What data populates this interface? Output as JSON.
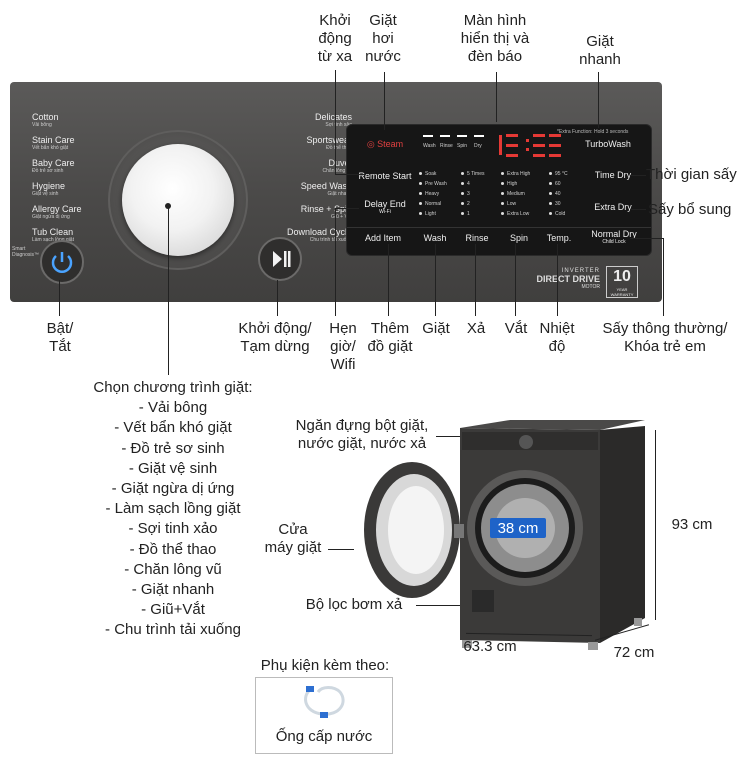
{
  "callouts_top": {
    "remote_start": "Khởi\nđộng\ntừ xa",
    "steam": "Giặt\nhơi\nnước",
    "display": "Màn hình\nhiển thị và\nđèn báo",
    "quick_wash": "Giặt\nnhanh"
  },
  "callouts_right": {
    "time_dry": "Thời gian sấy",
    "extra_dry": "Sấy bổ sung"
  },
  "callouts_bottom": {
    "power": "Bật/\nTắt",
    "start_pause": "Khởi động/\nTạm dừng",
    "delay_end": "Hẹn\ngiờ/\nWifi",
    "add_item": "Thêm\nđồ giặt",
    "wash": "Giặt",
    "rinse": "Xả",
    "spin": "Vắt",
    "temp": "Nhiệt\nđộ",
    "normal_dry": "Sấy thông thường/\nKhóa trẻ em"
  },
  "program_list": {
    "title": "Chọn chương trình giặt:",
    "items": [
      "- Vải bông",
      "- Vết bẩn khó giặt",
      "- Đồ trẻ sơ sinh",
      "- Giặt vệ sinh",
      "- Giặt ngừa dị ứng",
      "- Làm sạch lồng giặt",
      "- Sợi tinh xảo",
      "- Đồ thể thao",
      "- Chăn lông vũ",
      "- Giặt nhanh",
      "- Giũ+Vắt",
      "- Chu trình tải xuống"
    ]
  },
  "machine": {
    "detergent_callout": "Ngăn đựng bột giặt,\nnước giặt, nước xả",
    "door_callout": "Cửa\nmáy giặt",
    "filter_callout": "Bộ lọc bơm xả",
    "drum_diameter": "38 cm",
    "height": "93 cm",
    "width": "63.3 cm",
    "depth": "72 cm"
  },
  "accessories": {
    "title": "Phụ kiện kèm theo:",
    "item": "Ống cấp nước"
  },
  "panel": {
    "programs_left": [
      {
        "name": "Cotton",
        "sub": "Vải bông"
      },
      {
        "name": "Stain Care",
        "sub": "Vết bẩn khó giặt"
      },
      {
        "name": "Baby Care",
        "sub": "Đồ trẻ sơ sinh"
      },
      {
        "name": "Hygiene",
        "sub": "Giặt vệ sinh"
      },
      {
        "name": "Allergy Care",
        "sub": "Giặt ngừa dị ứng"
      },
      {
        "name": "Tub Clean",
        "sub": "Làm sạch lồng giặt"
      }
    ],
    "programs_right": [
      {
        "name": "Delicates",
        "sub": "Sợi tinh xảo"
      },
      {
        "name": "Sportswear",
        "sub": "Đồ thể thao"
      },
      {
        "name": "Duvet",
        "sub": "Chăn lông vũ"
      },
      {
        "name": "Speed Wash",
        "sub": "Giặt nhanh"
      },
      {
        "name": "Rinse + Spin",
        "sub": "Giũ + Vắt"
      },
      {
        "name": "Download Cycle",
        "sub": "Chu trình tải xuống"
      }
    ],
    "steam": "Steam",
    "remote_start": "Remote Start",
    "delay_end": "Delay End",
    "wifi": "Wi-Fi",
    "add_item": "Add Item",
    "wash": "Wash",
    "rinse": "Rinse",
    "spin": "Spin",
    "temp": "Temp.",
    "turbowash": "TurboWash",
    "time_dry": "Time Dry",
    "extra_dry": "Extra Dry",
    "normal_dry": "Normal Dry",
    "child_lock": "Child Lock",
    "extra_function": "*Extra Function: Hold 3 seconds",
    "stages": [
      "Wash",
      "Rinse",
      "Spin",
      "Dry"
    ],
    "digits": "18:88",
    "rinse_opts": [
      "Soak",
      "Pre Wash",
      "Heavy",
      "Normal",
      "Light"
    ],
    "rinse_counts": [
      "5 Times",
      "4",
      "3",
      "2",
      "1"
    ],
    "spin_opts": [
      "Extra High",
      "High",
      "Medium",
      "Low",
      "Extra Low"
    ],
    "temp_opts": [
      "95 °C",
      "60",
      "40",
      "30",
      "Cold"
    ],
    "brand1": "INVERTER",
    "brand2": "DIRECT DRIVE",
    "brand3": "MOTOR",
    "warranty": "10",
    "warranty_sub": "YEAR WARRANTY",
    "smart": "Smart Diagnosis™"
  },
  "colors": {
    "panel": "#4b4a49",
    "display_red": "#e53935",
    "drum_blue": "#1e63c8"
  }
}
